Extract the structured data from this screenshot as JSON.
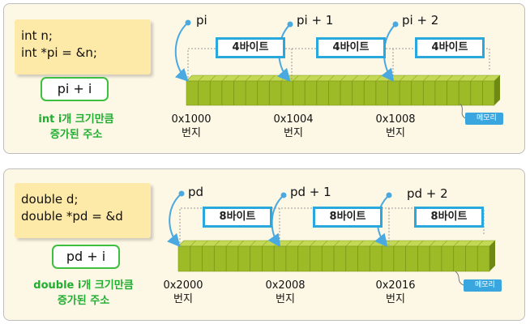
{
  "panels": [
    {
      "code_lines": [
        "int n;",
        "int *pi = &n;"
      ],
      "expr": "pi + i",
      "note_lines": [
        "int i개 크기만큼",
        "증가된 주소"
      ],
      "pointers": [
        "pi",
        "pi + 1",
        "pi + 2"
      ],
      "bytes": [
        "4바이트",
        "4바이트",
        "4바이트"
      ],
      "addresses": [
        "0x1000",
        "0x1004",
        "0x1008"
      ],
      "addr_suffix": "번지",
      "memory_tag": "메모리"
    },
    {
      "code_lines": [
        "double d;",
        "double *pd = &d"
      ],
      "expr": "pd + i",
      "note_lines": [
        "double i개 크기만큼",
        "증가된 주소"
      ],
      "pointers": [
        "pd",
        "pd + 1",
        "pd + 2"
      ],
      "bytes": [
        "8바이트",
        "8바이트",
        "8바이트"
      ],
      "addresses": [
        "0x2000",
        "0x2008",
        "0x2016"
      ],
      "addr_suffix": "번지",
      "memory_tag": "메모리"
    }
  ],
  "colors": {
    "panel_bg": "#fdf7e6",
    "code_bg": "#fde9a8",
    "expr_border": "#3fbf3f",
    "note_text": "#1fae2f",
    "byte_border": "#29a8dd",
    "memory_front": "#9dba27",
    "memory_top": "#c3d955",
    "memory_side": "#6f8a12",
    "arrow": "#4aa9e0",
    "tag": "#3aa6e0"
  }
}
